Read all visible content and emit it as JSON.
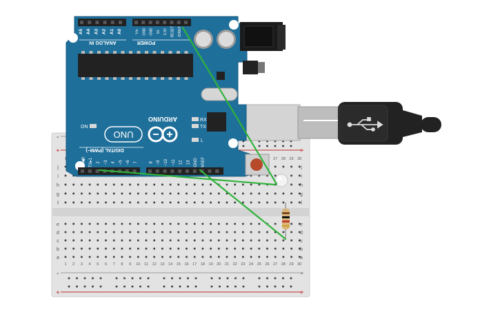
{
  "circuit": {
    "board": {
      "brand": "ARDUINO",
      "model": "UNO",
      "power_header": "POWER",
      "analog_header": "ANALOG IN",
      "digital_header": "DIGITAL (PWM~)",
      "on_label": "ON",
      "l_label": "L",
      "tx_label": "TX",
      "rx_label": "RX",
      "analog_pins": [
        "A5",
        "A4",
        "A3",
        "A2",
        "A1",
        "A0"
      ],
      "power_pins": [
        "Vin",
        "GND",
        "GND",
        "5V",
        "3.3V",
        "RESET",
        "IOREF"
      ],
      "digital_pins_right": [
        "AREF",
        "GND",
        "13",
        "12",
        "~11",
        "~10",
        "~9",
        "8"
      ],
      "digital_pins_left": [
        "7",
        "~6",
        "~5",
        "4",
        "~3",
        "2",
        "TX▸1",
        "RX◀0"
      ]
    },
    "breadboard": {
      "columns": 30,
      "rows_top": [
        "j",
        "i",
        "h",
        "g",
        "f"
      ],
      "rows_bottom": [
        "e",
        "d",
        "c",
        "b",
        "a"
      ],
      "rail_plus": "+",
      "rail_minus": "-"
    },
    "components": [
      "Arduino Uno R3",
      "Breadboard",
      "LED",
      "Resistor",
      "USB cable"
    ],
    "wire_color": "#2fb33a",
    "board_color": "#1f6f9b"
  }
}
